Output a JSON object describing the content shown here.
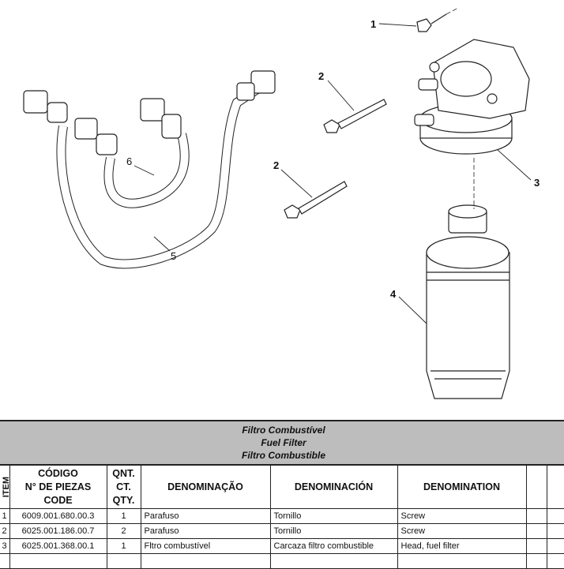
{
  "diagram": {
    "callouts": [
      "1",
      "2",
      "2",
      "3",
      "4",
      "5",
      "6"
    ]
  },
  "table": {
    "title_pt": "Filtro Combustível",
    "title_en": "Fuel Filter",
    "title_es": "Filtro Combustible",
    "headers": {
      "item": "ITEM",
      "code_pt": "CÓDIGO",
      "code_es": "N° DE PIEZAS",
      "code_en": "CODE",
      "qty_pt": "QNT.",
      "qty_es": "CT.",
      "qty_en": "QTY.",
      "desc_pt": "DENOMINAÇÃO",
      "desc_es": "DENOMINACIÓN",
      "desc_en": "DENOMINATION"
    },
    "rows": [
      {
        "item": "1",
        "code": "6009.001.680.00.3",
        "qty": "1",
        "pt": "Parafuso",
        "es": "Tornillo",
        "en": "Screw"
      },
      {
        "item": "2",
        "code": "6025.001.186.00.7",
        "qty": "2",
        "pt": "Parafuso",
        "es": "Tornillo",
        "en": "Screw"
      },
      {
        "item": "3",
        "code": "6025.001.368.00.1",
        "qty": "1",
        "pt": "Fltro combustível",
        "es": "Carcaza filtro combustible",
        "en": "Head, fuel filter"
      }
    ]
  }
}
